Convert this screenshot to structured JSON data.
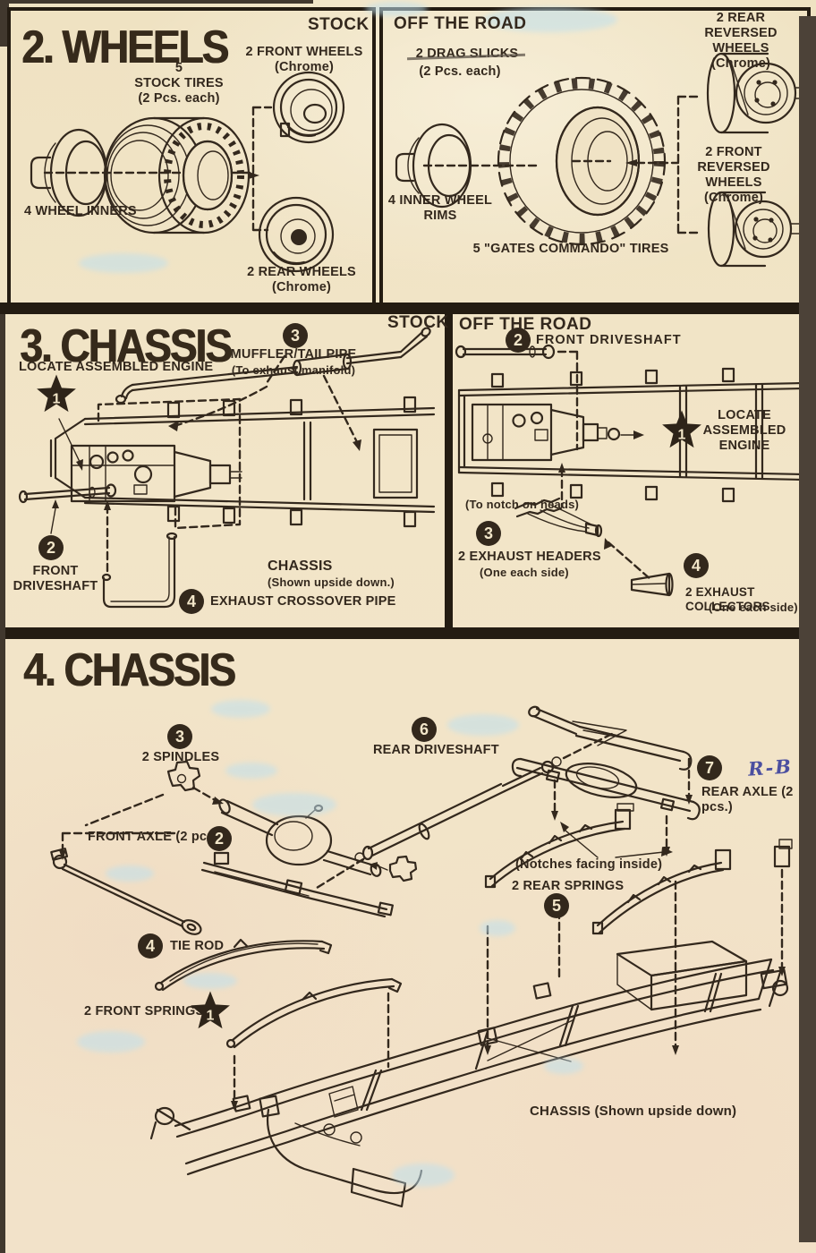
{
  "colors": {
    "paper": "#f0e3c5",
    "ink": "#33281d",
    "bars": "#241c12",
    "handwriting": "#4b4fa0",
    "smudge": "#bfe0ee"
  },
  "s2": {
    "title": "2. WHEELS",
    "tag": "STOCK",
    "tires": "5\nSTOCK TIRES\n(2 Pcs. each)",
    "front_wheels": "2 FRONT WHEELS\n(Chrome)",
    "wheel_inners": "4 WHEEL INNERS",
    "rear_wheels": "2 REAR WHEELS\n(Chrome)"
  },
  "s2o": {
    "tag": "OFF THE ROAD",
    "drag_slicks": "2 DRAG SLICKS",
    "drag_slicks_sub": "(2 Pcs. each)",
    "rear_reversed": "2 REAR\nREVERSED WHEELS\n(Chrome)",
    "inner_rims": "4 INNER WHEEL\nRIMS",
    "front_reversed": "2 FRONT\nREVERSED WHEELS\n(Chrome)",
    "tires": "5 \"GATES COMMANDO\" TIRES"
  },
  "s3": {
    "title": "3. CHASSIS",
    "tag": "STOCK",
    "m1": "1",
    "m2": "2",
    "m3": "3",
    "m4": "4",
    "locate": "LOCATE ASSEMBLED ENGINE",
    "muffler": "MUFFLER/TAILPIPE",
    "muffler_sub": "(To exhaust manifold)",
    "front_driveshaft": "FRONT\nDRIVESHAFT",
    "chassis": "CHASSIS",
    "chassis_sub": "(Shown upside down.)",
    "crossover": "EXHAUST CROSSOVER PIPE"
  },
  "s3o": {
    "tag": "OFF THE ROAD",
    "m1": "1",
    "m2": "2",
    "m3": "3",
    "m4": "4",
    "front_driveshaft": "FRONT DRIVESHAFT",
    "locate": "LOCATE\nASSEMBLED\nENGINE",
    "notch": "(To notch on heads)",
    "headers": "2 EXHAUST HEADERS",
    "headers_sub": "(One each side)",
    "collectors": "2 EXHAUST COLLECTORS",
    "collectors_sub": "(One each side)"
  },
  "s4": {
    "title": "4. CHASSIS",
    "m1": "1",
    "m2": "2",
    "m3": "3",
    "m4": "4",
    "m5": "5",
    "m6": "6",
    "m7": "7",
    "spindles": "2 SPINDLES",
    "front_axle": "FRONT AXLE (2 pcs.)",
    "rear_driveshaft": "REAR DRIVESHAFT",
    "rear_axle": "REAR AXLE (2 pcs.)",
    "handwriting": "R-B",
    "notches": "(Notches facing inside)",
    "rear_springs": "2 REAR SPRINGS",
    "tie_rod": "TIE ROD",
    "front_springs": "2 FRONT SPRINGS",
    "chassis": "CHASSIS (Shown upside down)"
  }
}
